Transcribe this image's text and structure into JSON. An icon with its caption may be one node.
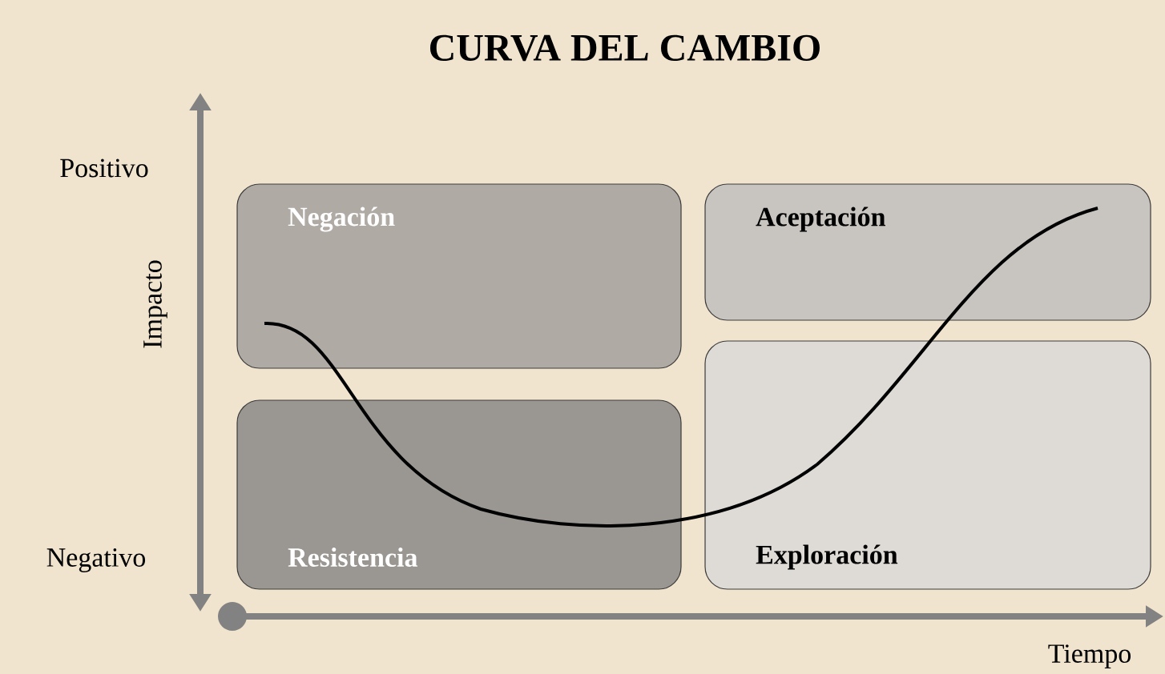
{
  "diagram": {
    "title": "CURVA DEL CAMBIO",
    "nodes": [
      {
        "text": [
          "Negación"
        ]
      },
      {
        "text": [
          "Aceptación"
        ]
      },
      {
        "text": [
          "Resistencia"
        ]
      },
      {
        "text": [
          "Exploración"
        ]
      }
    ],
    "labels": [
      "Positivo",
      "Impacto",
      "Negativo",
      "Tiempo"
    ]
  }
}
